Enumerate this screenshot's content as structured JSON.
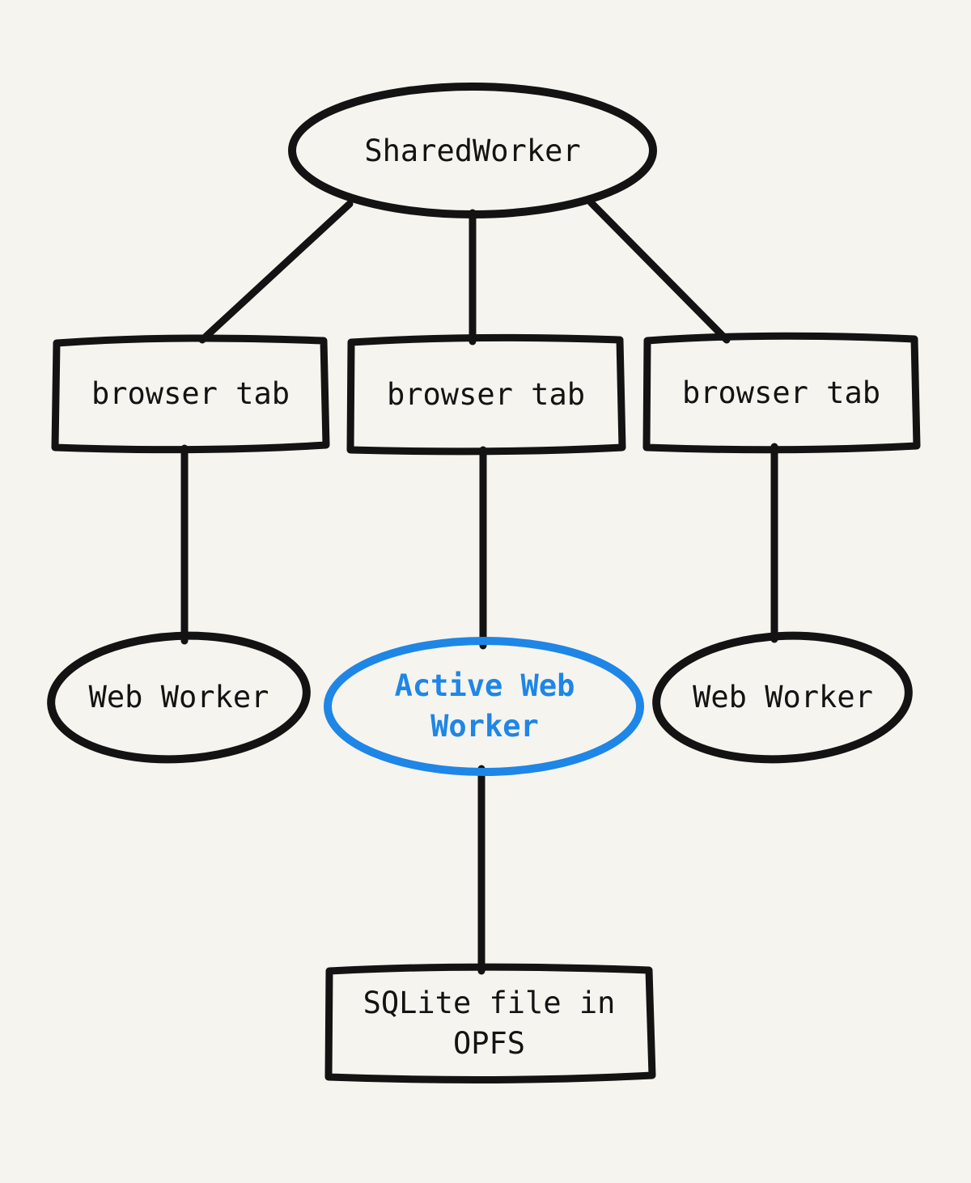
{
  "colors": {
    "background": "#f6f4ef",
    "ink": "#131313",
    "accent": "#1e86e6"
  },
  "diagram": {
    "root": {
      "label": "SharedWorker"
    },
    "tabs": [
      {
        "label": "browser tab"
      },
      {
        "label": "browser tab"
      },
      {
        "label": "browser tab"
      }
    ],
    "workers": {
      "left": {
        "label": "Web Worker"
      },
      "active": {
        "label": "Active Web\nWorker"
      },
      "right": {
        "label": "Web Worker"
      }
    },
    "storage": {
      "label": "SQLite file in\nOPFS"
    }
  }
}
